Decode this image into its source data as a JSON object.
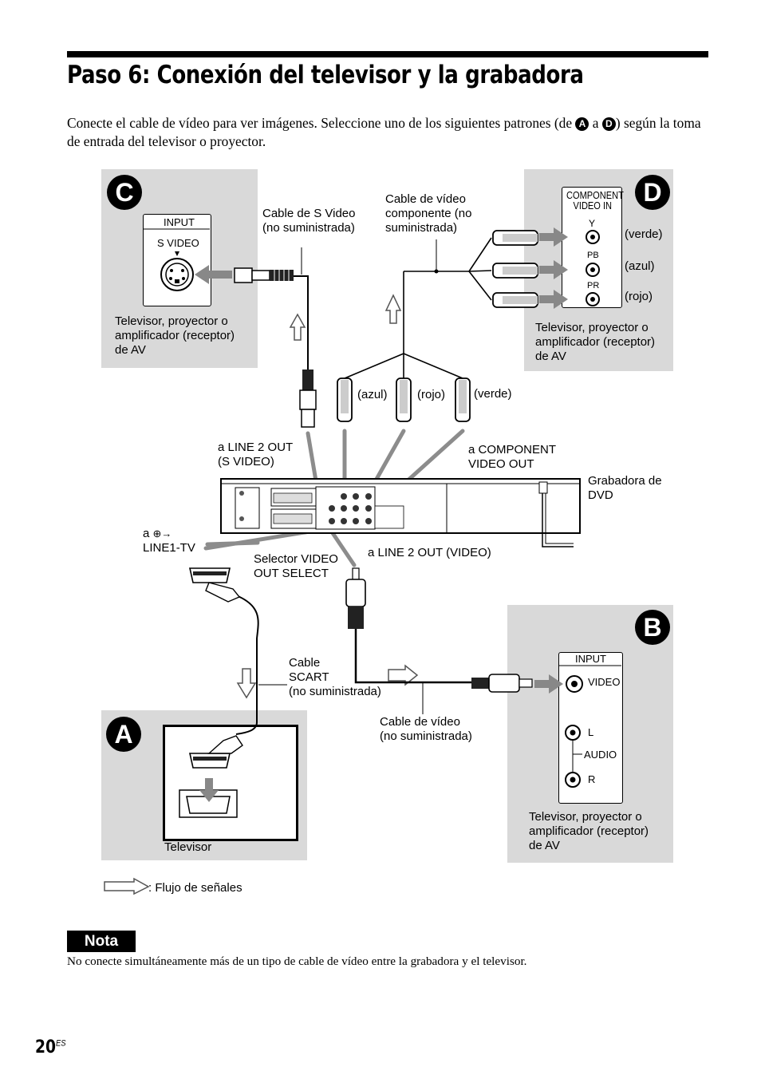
{
  "heading": {
    "title": "Paso 6: Conexión del televisor y la grabadora"
  },
  "intro": {
    "part1": "Conecte el cable de vídeo para ver imágenes. Seleccione uno de los siguientes patrones (de ",
    "from": "A",
    "mid": " a ",
    "to": "D",
    "part2": ") según la toma de entrada del televisor o proyector."
  },
  "panels": {
    "c": {
      "badge": "C",
      "box_title": "INPUT",
      "port": "S VIDEO",
      "caption_lines": [
        "Televisor, proyector o",
        "amplificador (receptor)",
        "de AV"
      ]
    },
    "d": {
      "badge": "D",
      "box_title_lines": [
        "COMPONENT",
        "VIDEO IN"
      ],
      "ports": [
        "Y",
        "PB",
        "PR"
      ],
      "colors": [
        "(verde)",
        "(azul)",
        "(rojo)"
      ],
      "caption_lines": [
        "Televisor, proyector o",
        "amplificador (receptor)",
        "de AV"
      ]
    },
    "b": {
      "badge": "B",
      "box_title": "INPUT",
      "ports": [
        "VIDEO",
        "L",
        "AUDIO",
        "R"
      ],
      "caption_lines": [
        "Televisor, proyector o",
        "amplificador (receptor)",
        "de AV"
      ]
    },
    "a": {
      "badge": "A",
      "caption": "Televisor"
    }
  },
  "labels": {
    "svideo_cable": [
      "Cable de S Video",
      "(no suministrada)"
    ],
    "component_cable": [
      "Cable de vídeo",
      "componente (no",
      "suministrada)"
    ],
    "plug_colors": [
      "(azul)",
      "(rojo)",
      "(verde)"
    ],
    "line2_svideo": [
      "a LINE 2 OUT",
      "(S VIDEO)"
    ],
    "component_out": [
      "a COMPONENT",
      "VIDEO OUT"
    ],
    "recorder": [
      "Grabadora de",
      "DVD"
    ],
    "line1": [
      "a",
      "LINE1-TV"
    ],
    "selector": [
      "Selector VIDEO",
      "OUT SELECT"
    ],
    "line2_video": "a LINE 2 OUT (VIDEO)",
    "scart_cable": [
      "Cable",
      "SCART",
      "(no suministrada)"
    ],
    "video_cable": [
      "Cable de vídeo",
      "(no suministrada)"
    ]
  },
  "legend": {
    "text": ": Flujo de señales"
  },
  "note": {
    "heading": "Nota",
    "text": "No conecte simultáneamente más de un tipo de cable de vídeo entre la grabadora y el televisor."
  },
  "page": {
    "number": "20",
    "lang": "ES"
  },
  "colors": {
    "panel_bg": "#d9d9d9",
    "cable_gray": "#8c8c8c",
    "text": "#000000"
  }
}
